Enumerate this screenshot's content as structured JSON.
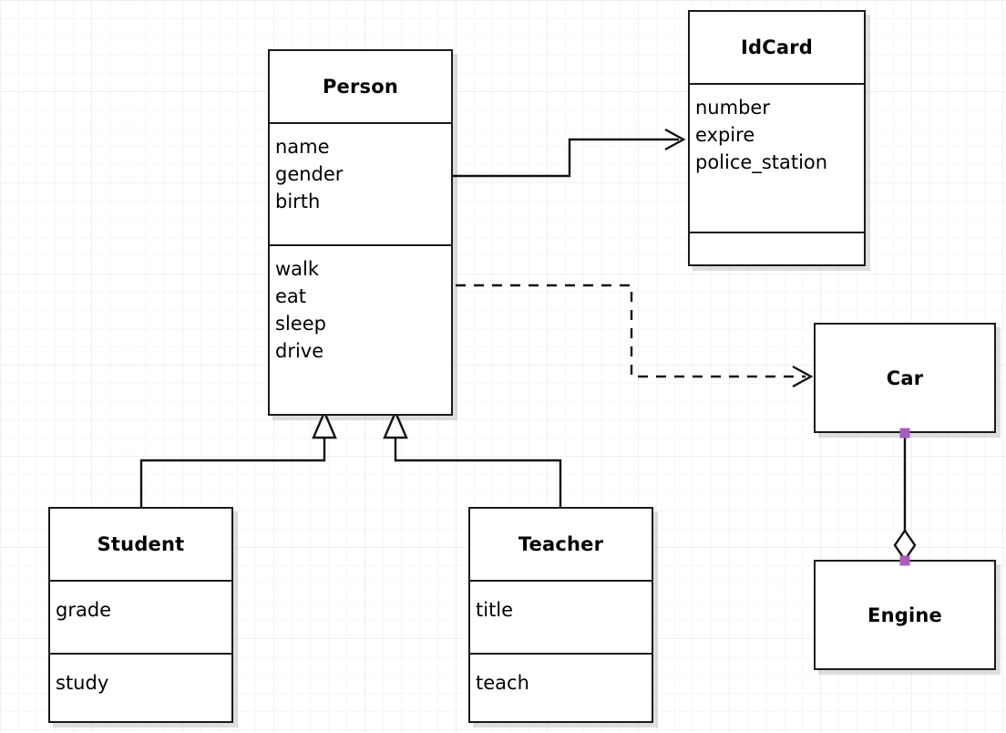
{
  "diagram": {
    "type": "uml-class-diagram",
    "background": "#ffffff",
    "grid_color": "#f0f0f0",
    "selection_handle_color": "#a85cbe",
    "line_color": "#111111"
  },
  "classes": {
    "person": {
      "name": "Person",
      "attributes": [
        "name",
        "gender",
        "birth"
      ],
      "methods": [
        "walk",
        "eat",
        "sleep",
        "drive"
      ]
    },
    "idcard": {
      "name": "IdCard",
      "attributes": [
        "number",
        "expire",
        "police_station"
      ],
      "methods": []
    },
    "student": {
      "name": "Student",
      "attributes": [
        "grade"
      ],
      "methods": [
        "study"
      ]
    },
    "teacher": {
      "name": "Teacher",
      "attributes": [
        "title"
      ],
      "methods": [
        "teach"
      ]
    },
    "car": {
      "name": "Car"
    },
    "engine": {
      "name": "Engine"
    }
  },
  "relations": [
    {
      "id": "person-idcard",
      "kind": "association",
      "from": "Person",
      "to": "IdCard",
      "style": "solid",
      "arrow": "open"
    },
    {
      "id": "person-car",
      "kind": "dependency",
      "from": "Person",
      "to": "Car",
      "style": "dashed",
      "arrow": "open"
    },
    {
      "id": "student-person",
      "kind": "generalization",
      "from": "Student",
      "to": "Person",
      "style": "solid",
      "arrow": "hollow-triangle"
    },
    {
      "id": "teacher-person",
      "kind": "generalization",
      "from": "Teacher",
      "to": "Person",
      "style": "solid",
      "arrow": "hollow-triangle"
    },
    {
      "id": "car-engine",
      "kind": "aggregation",
      "from": "Car",
      "to": "Engine",
      "style": "solid",
      "arrow": "hollow-diamond",
      "selected": true
    }
  ]
}
